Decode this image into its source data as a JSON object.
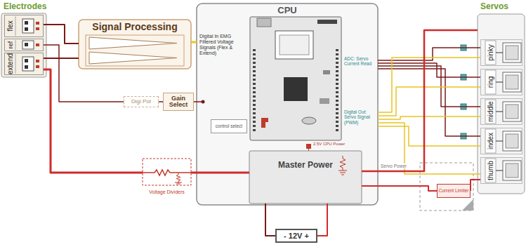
{
  "diagram": {
    "nodes": [
      {
        "text": [
          "Electrodes"
        ]
      },
      {
        "text": [
          "flex"
        ],
        "in": 0
      },
      {
        "text": [
          "ref"
        ],
        "in": 0
      },
      {
        "text": [
          "extend"
        ],
        "in": 0
      },
      {
        "text": [
          "Signal Processing"
        ]
      },
      {
        "text": [
          "Digi Pot"
        ]
      },
      {
        "text": [
          "Gain Select"
        ]
      },
      {
        "text": [
          "CPU"
        ]
      },
      {
        "text": [
          "control select"
        ],
        "in": 7
      },
      {
        "text": [
          "Master Power"
        ],
        "in": 7
      },
      {
        "text": [
          "Voltage Dividers"
        ]
      },
      {
        "text": [
          "Current Limiter"
        ]
      },
      {
        "text": [
          "- 12V +"
        ]
      },
      {
        "text": [
          "Servos"
        ]
      },
      {
        "text": [
          "pinky"
        ],
        "in": 13
      },
      {
        "text": [
          "ring"
        ],
        "in": 13
      },
      {
        "text": [
          "middle"
        ],
        "in": 13
      },
      {
        "text": [
          "index"
        ],
        "in": 13
      },
      {
        "text": [
          "thumb"
        ],
        "in": 13
      }
    ],
    "edges": [
      {
        "from": 1,
        "to": 4,
        "arrow": "none"
      },
      {
        "from": 3,
        "to": 4,
        "arrow": "none"
      },
      {
        "from": 2,
        "to": 5,
        "arrow": "none"
      },
      {
        "from": 5,
        "to": 6,
        "arrow": "none"
      },
      {
        "from": 6,
        "to": 7,
        "arrow": "none"
      },
      {
        "from": 4,
        "to": 7,
        "arrow": "none"
      },
      {
        "from": 3,
        "to": 10,
        "arrow": "none"
      },
      {
        "from": 10,
        "to": 9,
        "arrow": "none"
      },
      {
        "from": 9,
        "to": 12,
        "arrow": "none"
      },
      {
        "from": 9,
        "to": 12,
        "arrow": "none"
      },
      {
        "from": 7,
        "to": 14,
        "arrow": "none"
      },
      {
        "from": 7,
        "to": 15,
        "arrow": "none"
      },
      {
        "from": 7,
        "to": 16,
        "arrow": "none"
      },
      {
        "from": 7,
        "to": 17,
        "arrow": "none"
      },
      {
        "from": 7,
        "to": 14,
        "arrow": "none"
      },
      {
        "from": 7,
        "to": 15,
        "arrow": "none"
      },
      {
        "from": 7,
        "to": 16,
        "arrow": "none"
      },
      {
        "from": 7,
        "to": 17,
        "arrow": "none"
      },
      {
        "from": 7,
        "to": 18,
        "arrow": "none"
      },
      {
        "from": 9,
        "to": 13,
        "arrow": "none"
      },
      {
        "from": 9,
        "to": 11,
        "arrow": "none"
      },
      {
        "from": 11,
        "to": 18,
        "arrow": "none"
      }
    ],
    "labels": [
      "Digital In EMG Filtered Voltage Signals (Flex & Extend)",
      "ADC: Servo Current Read",
      "Digital Out: Servo Signal (PWM)",
      "2.5V CPU Power",
      "Servo Power"
    ]
  }
}
